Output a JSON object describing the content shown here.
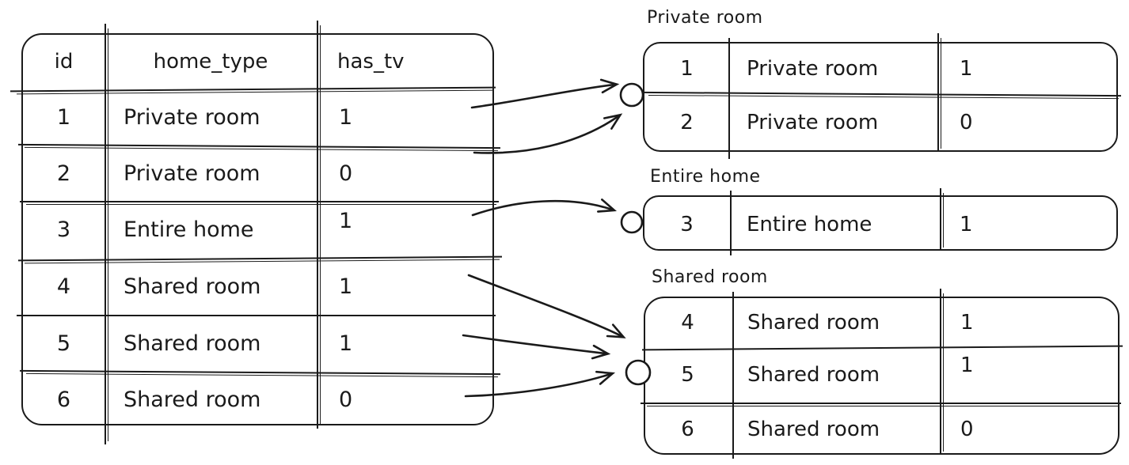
{
  "source_table": {
    "columns": [
      "id",
      "home_type",
      "has_tv"
    ],
    "rows": [
      [
        "1",
        "Private room",
        "1"
      ],
      [
        "2",
        "Private room",
        "0"
      ],
      [
        "3",
        "Entire home",
        "1"
      ],
      [
        "4",
        "Shared room",
        "1"
      ],
      [
        "5",
        "Shared room",
        "1"
      ],
      [
        "6",
        "Shared room",
        "0"
      ]
    ]
  },
  "groups": [
    {
      "label": "Private room",
      "rows": [
        [
          "1",
          "Private room",
          "1"
        ],
        [
          "2",
          "Private room",
          "0"
        ]
      ]
    },
    {
      "label": "Entire home",
      "rows": [
        [
          "3",
          "Entire home",
          "1"
        ]
      ]
    },
    {
      "label": "Shared room",
      "rows": [
        [
          "4",
          "Shared room",
          "1"
        ],
        [
          "5",
          "Shared room",
          "1"
        ],
        [
          "6",
          "Shared room",
          "0"
        ]
      ]
    }
  ],
  "colors": {
    "ink": "#1a1a1a",
    "paper": "#ffffff"
  }
}
